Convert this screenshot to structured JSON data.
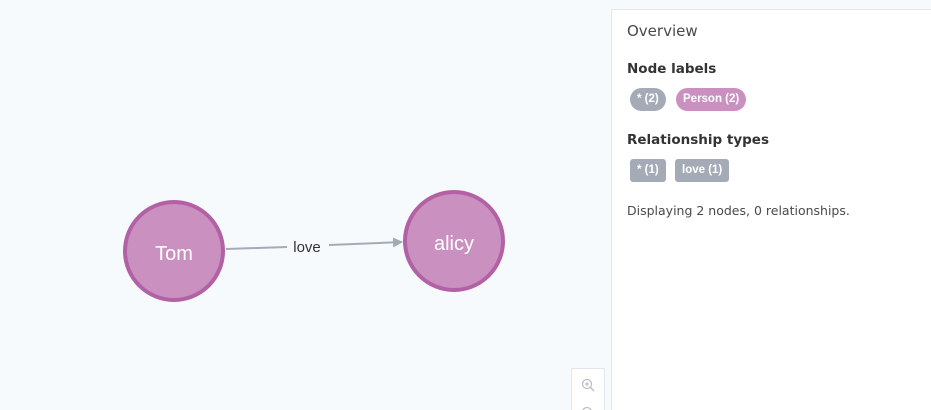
{
  "graph": {
    "nodes": [
      {
        "id": "n1",
        "caption": "Tom",
        "label": "Person"
      },
      {
        "id": "n2",
        "caption": "alicy",
        "label": "Person"
      }
    ],
    "relationships": [
      {
        "from": "n1",
        "to": "n2",
        "type": "love"
      }
    ],
    "node_color": "#c990c0",
    "node_border_color": "#b261a5",
    "relationship_color": "#a5abb6"
  },
  "zoom": {
    "zoom_in_icon": "zoom-in-icon",
    "zoom_out_icon": "zoom-out-icon"
  },
  "overview": {
    "title": "Overview",
    "node_labels_heading": "Node labels",
    "node_labels": [
      {
        "text": "* (2)",
        "color": "#a5abb6"
      },
      {
        "text": "Person (2)",
        "color": "#c990c0"
      }
    ],
    "relationship_types_heading": "Relationship types",
    "relationship_types": [
      {
        "text": "* (1)",
        "color": "#a5abb6"
      },
      {
        "text": "love (1)",
        "color": "#a5abb6"
      }
    ],
    "summary": "Displaying 2 nodes, 0 relationships."
  }
}
